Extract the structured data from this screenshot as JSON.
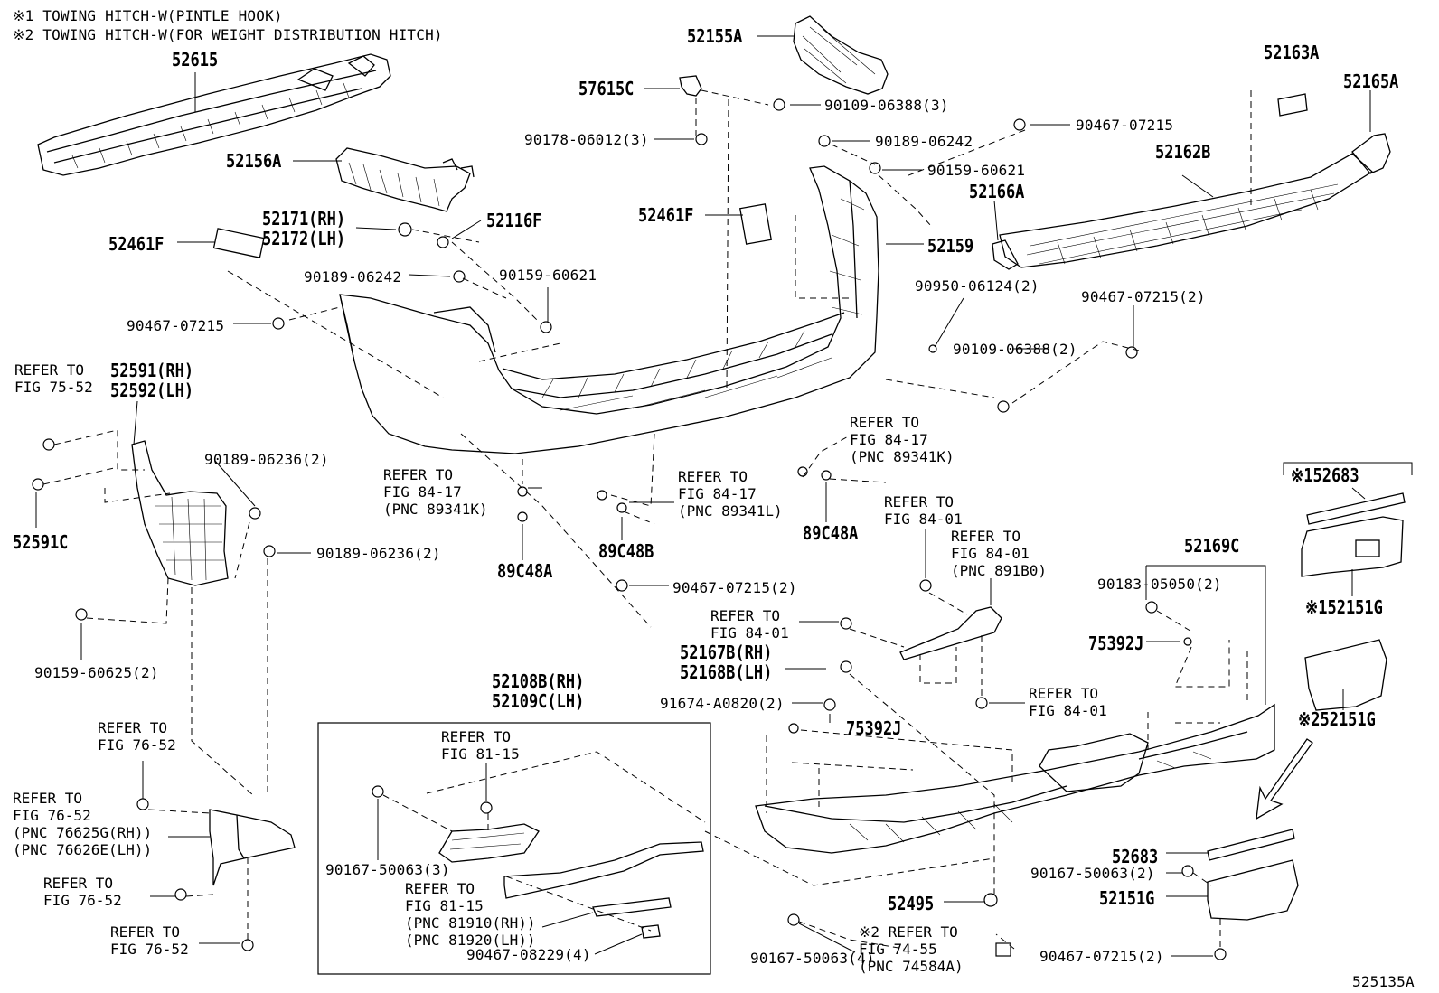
{
  "notes": {
    "note1": "※1 TOWING HITCH-W(PINTLE HOOK)",
    "note2": "※2 TOWING HITCH-W(FOR WEIGHT DISTRIBUTION HITCH)"
  },
  "labels": {
    "p52615": "52615",
    "p52156A": "52156A",
    "p52171": "52171(RH)",
    "p52172": "52172(LH)",
    "p52116F": "52116F",
    "p52461F_left": "52461F",
    "p90189_06242_left": "90189-06242",
    "p90159_60621_left": "90159-60621",
    "p90467_07215_left": "90467-07215",
    "p52155A": "52155A",
    "p57615C": "57615C",
    "p90109_06388_3": "90109-06388(3)",
    "p90178_06012_3": "90178-06012(3)",
    "p90189_06242_right": "90189-06242",
    "p90159_60621_right": "90159-60621",
    "p52461F_mid": "52461F",
    "p52159": "52159",
    "p90950_06124_2": "90950-06124(2)",
    "p90109_06388_2": "90109-06388(2)",
    "p52163A": "52163A",
    "p52165A": "52165A",
    "p90467_07215_top": "90467-07215",
    "p52162B": "52162B",
    "p52166A": "52166A",
    "p90467_07215_2_right": "90467-07215(2)",
    "p52591": "52591(RH)",
    "p52592": "52592(LH)",
    "p90189_06236_2a": "90189-06236(2)",
    "p90189_06236_2b": "90189-06236(2)",
    "p52591C": "52591C",
    "p90159_60625_2": "90159-60625(2)",
    "p89C48A_left": "89C48A",
    "p89C48B": "89C48B",
    "p89C48A_right": "89C48A",
    "p90467_07215_2_mid": "90467-07215(2)",
    "p52683_top": "※152683",
    "p52151G_top": "※152151G",
    "p52151G_mid": "※252151G",
    "p52169C": "52169C",
    "p90183_05050_2": "90183-05050(2)",
    "p75392J_a": "75392J",
    "p75392J_b": "75392J",
    "p52167B": "52167B(RH)",
    "p52168B": "52168B(LH)",
    "p91674": "91674-A0820(2)",
    "p52108B": "52108B(RH)",
    "p52109C": "52109C(LH)",
    "p90167_50063_3": "90167-50063(3)",
    "p90467_08229_4": "90467-08229(4)",
    "p52683_bot": "52683",
    "p90167_50063_2": "90167-50063(2)",
    "p52151G_bot": "52151G",
    "p52495": "52495",
    "p90167_50063_4": "90167-50063(4)",
    "p90467_07215_2_bot": "90467-07215(2)",
    "figure_id": "525135A"
  },
  "refs": {
    "r_75_52": "REFER TO\nFIG 75-52",
    "r_84_17_a": "REFER TO\nFIG 84-17\n(PNC 89341K)",
    "r_84_17_b": "REFER TO\nFIG 84-17\n(PNC 89341L)",
    "r_84_17_c": "REFER TO\nFIG 84-17\n(PNC 89341K)",
    "r_84_01_a": "REFER TO\nFIG 84-01",
    "r_84_01_b": "REFER TO\nFIG 84-01\n(PNC 891B0)",
    "r_84_01_c": "REFER TO\nFIG 84-01",
    "r_84_01_d": "REFER TO\nFIG 84-01",
    "r_76_52_a": "REFER TO\nFIG 76-52",
    "r_76_52_b": "REFER TO\nFIG 76-52\n(PNC 76625G(RH))\n(PNC 76626E(LH))",
    "r_76_52_c": "REFER TO\nFIG 76-52",
    "r_76_52_d": "REFER TO\nFIG 76-52",
    "r_81_15_a": "REFER TO\nFIG 81-15",
    "r_81_15_b": "REFER TO\nFIG 81-15\n(PNC 81910(RH))\n(PNC 81920(LH))",
    "r_74_55": "※2 REFER TO\nFIG 74-55\n(PNC 74584A)"
  }
}
